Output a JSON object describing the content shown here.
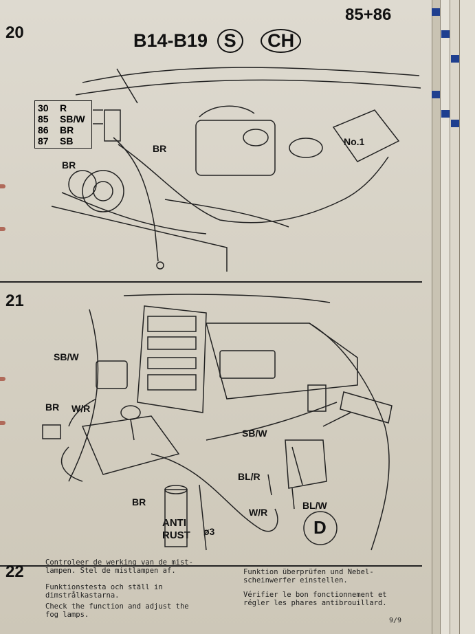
{
  "page_ref": "85+86",
  "model_title": "B14-B19",
  "country_codes": [
    "S",
    "CH"
  ],
  "figure20": {
    "step": "20",
    "wire_table": [
      {
        "pin": "30",
        "color": "R"
      },
      {
        "pin": "85",
        "color": "SB/W"
      },
      {
        "pin": "86",
        "color": "BR"
      },
      {
        "pin": "87",
        "color": "SB"
      }
    ],
    "labels": {
      "br_left": "BR",
      "br_mid": "BR",
      "no1": "No.1"
    }
  },
  "figure21": {
    "step": "21",
    "labels": {
      "sbw_left": "SB/W",
      "br_switch": "BR",
      "wr_switch": "W/R",
      "sbw_right": "SB/W",
      "blr": "BL/R",
      "wr_plug": "W/R",
      "blw": "BL/W",
      "br_bottom": "BR",
      "diameter": "ø3",
      "can_text_1": "ANTI",
      "can_text_2": "RUST",
      "country_d": "D"
    }
  },
  "step22": {
    "step": "22",
    "nl": "Controleer de werking van de mist-\nlampen. Stel de mistlampen af.",
    "sv": "Funktionstesta och ställ in\ndimstrålkastarna.",
    "en": "Check the function and adjust the\nfog lamps.",
    "de": "Funktion überprüfen und Nebel-\nscheinwerfer einstellen.",
    "fr": "Vérifier le bon fonctionnement et\nrégler les phares antibrouillard."
  },
  "page_number": "9/9"
}
